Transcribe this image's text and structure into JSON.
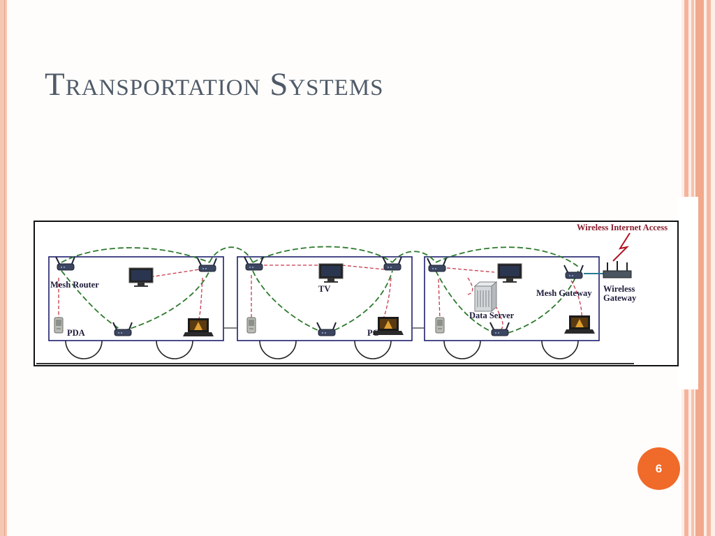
{
  "slide": {
    "title": "Transportation Systems",
    "page_number": "6",
    "colors": {
      "title": "#4e5a68",
      "badge": "#f06a2a",
      "accent_stripes": "#f2a98b",
      "car_outline": "#1e1e6e",
      "mesh_link": "#2d7a2d",
      "local_link": "#c8384c"
    }
  },
  "diagram": {
    "labels": {
      "wireless_internet_access": "Wireless Internet Access",
      "mesh_router": "Mesh Router",
      "tv": "TV",
      "pda": "PDA",
      "pc": "PC",
      "mesh_gateway": "Mesh Gateway",
      "data_server": "Data Server",
      "wireless_gateway_line1": "Wireless",
      "wireless_gateway_line2": "Gateway"
    },
    "icons": {
      "router": "router-icon",
      "monitor": "monitor-icon",
      "pda": "pda-icon",
      "laptop": "laptop-icon",
      "server": "server-icon",
      "gateway": "wireless-gateway-icon",
      "signal": "lightning-signal-icon"
    }
  }
}
